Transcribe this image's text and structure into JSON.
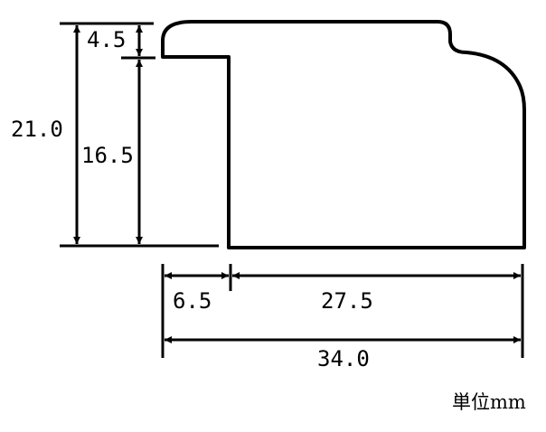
{
  "diagram": {
    "dimensions": {
      "top_lip_height": "4.5",
      "lower_height": "16.5",
      "total_height": "21.0",
      "left_width": "6.5",
      "main_width": "27.5",
      "total_width": "34.0"
    },
    "unit_label": "単位mm",
    "colors": {
      "background": "#ffffff",
      "stroke": "#000000"
    }
  }
}
